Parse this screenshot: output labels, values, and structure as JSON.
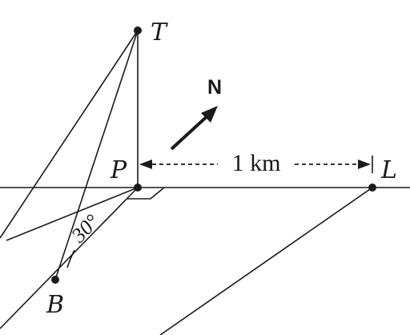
{
  "labels": {
    "T": "T",
    "P": "P",
    "L": "L",
    "B": "B"
  },
  "north_label": "N",
  "distance_label": "1 km",
  "angle_label": "30°",
  "colors": {
    "ink": "#1a1a1a",
    "background": "#ffffff"
  }
}
